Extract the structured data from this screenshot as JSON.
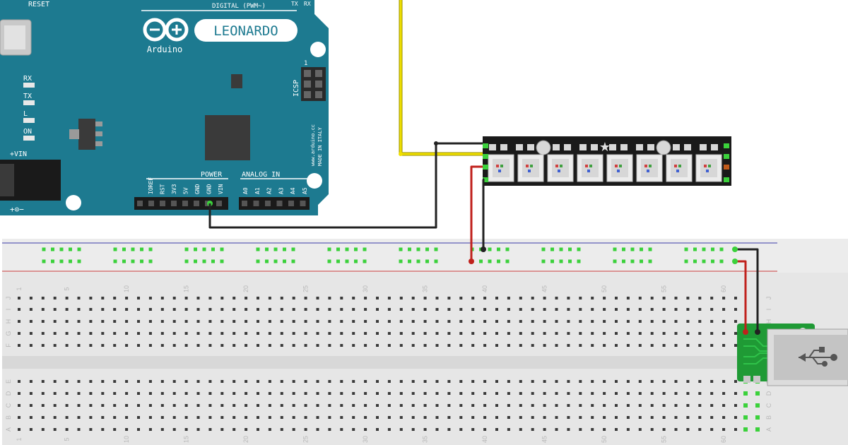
{
  "board": {
    "name": "LEONARDO",
    "brand": "Arduino",
    "reset_label": "RESET",
    "digital_header": "DIGITAL (PWM~)",
    "tx_label": "TX",
    "rx_label": "RX",
    "icsp_label": "ICSP",
    "icsp_pin": "1",
    "made_in": "www.arduino.cc",
    "made_in2": "MADE IN ITALY",
    "vin_label": "+VIN",
    "power_header": "POWER",
    "analog_header": "ANALOG IN",
    "leds": [
      "RX",
      "TX",
      "L",
      "ON"
    ],
    "power_pins": [
      "IOREF",
      "RST",
      "3V3",
      "5V",
      "GND",
      "GND",
      "VIN"
    ],
    "analog_pins": [
      "A0",
      "A1",
      "A2",
      "A3",
      "A4",
      "A5"
    ],
    "color": "#1d7a90"
  },
  "breadboard": {
    "column_numbers": [
      "1",
      "5",
      "10",
      "15",
      "20",
      "25",
      "30",
      "35",
      "40",
      "45",
      "50",
      "55",
      "60"
    ],
    "rows_top": [
      "J",
      "I",
      "H",
      "G",
      "F"
    ],
    "rows_bottom": [
      "E",
      "D",
      "C",
      "B",
      "A"
    ]
  },
  "led_strip": {
    "pixel_count": 8,
    "color": "#1a1a1a"
  },
  "wires": {
    "yellow": "#f0e000",
    "black": "#222222",
    "red": "#c0211c"
  },
  "usb_breakout": {
    "color": "#1f9a35",
    "icon": "usb-icon"
  }
}
